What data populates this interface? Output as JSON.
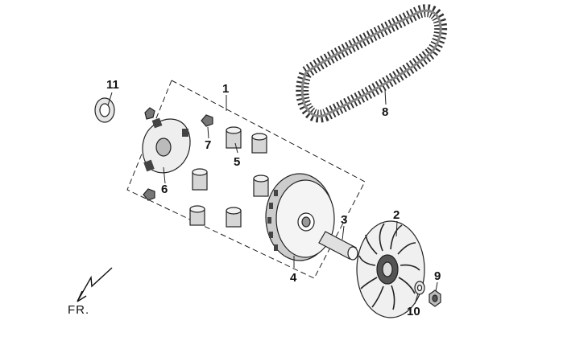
{
  "callouts": {
    "c1": "1",
    "c2": "2",
    "c3": "3",
    "c4": "4",
    "c5": "5",
    "c6": "6",
    "c7": "7",
    "c8": "8",
    "c9": "9",
    "c10": "10",
    "c11": "11"
  },
  "direction_label": "FR.",
  "colors": {
    "line": "#222222",
    "shade": "#555555",
    "light": "#dddddd"
  }
}
